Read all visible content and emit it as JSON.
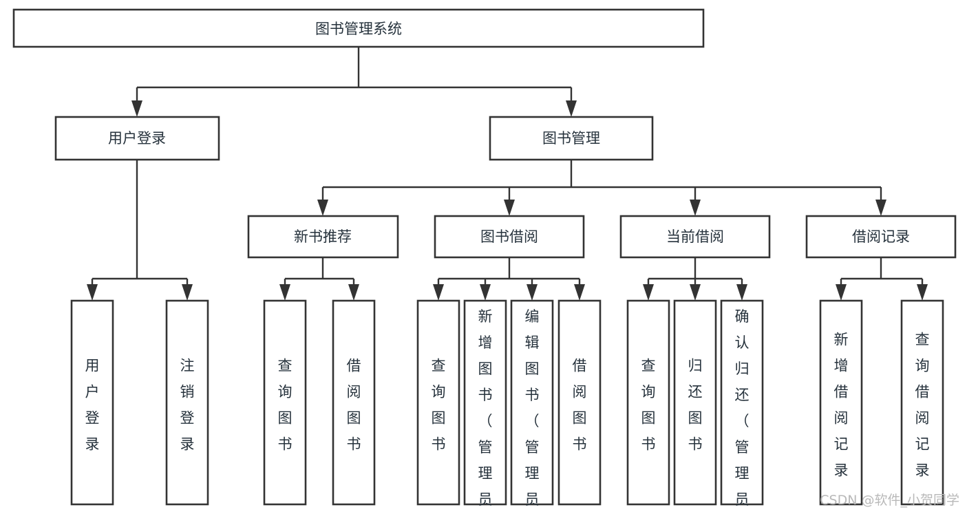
{
  "diagram": {
    "type": "tree-hierarchy",
    "title": "图书管理系统",
    "root": {
      "id": "root",
      "label": "图书管理系统"
    },
    "level2": [
      {
        "id": "user-login",
        "label": "用户登录"
      },
      {
        "id": "book-manage",
        "label": "图书管理"
      }
    ],
    "level3": [
      {
        "id": "new-book-recommend",
        "label": "新书推荐",
        "parent": "book-manage"
      },
      {
        "id": "book-borrow",
        "label": "图书借阅",
        "parent": "book-manage"
      },
      {
        "id": "current-borrow",
        "label": "当前借阅",
        "parent": "book-manage"
      },
      {
        "id": "borrow-record",
        "label": "借阅记录",
        "parent": "book-manage"
      }
    ],
    "leaves": [
      {
        "id": "leaf-user-login",
        "label": "用户登录",
        "parent": "user-login"
      },
      {
        "id": "leaf-user-logout",
        "label": "注销登录",
        "parent": "user-login"
      },
      {
        "id": "leaf-query-book-1",
        "label": "查询图书",
        "parent": "new-book-recommend"
      },
      {
        "id": "leaf-borrow-book-1",
        "label": "借阅图书",
        "parent": "new-book-recommend"
      },
      {
        "id": "leaf-query-book-2",
        "label": "查询图书",
        "parent": "book-borrow"
      },
      {
        "id": "leaf-add-book",
        "label": "新增图书（管理员）",
        "parent": "book-borrow"
      },
      {
        "id": "leaf-edit-book",
        "label": "编辑图书（管理员）",
        "parent": "book-borrow"
      },
      {
        "id": "leaf-borrow-book-2",
        "label": "借阅图书",
        "parent": "book-borrow"
      },
      {
        "id": "leaf-query-book-3",
        "label": "查询图书",
        "parent": "current-borrow"
      },
      {
        "id": "leaf-return-book",
        "label": "归还图书",
        "parent": "current-borrow"
      },
      {
        "id": "leaf-confirm-return",
        "label": "确认归还（管理员）",
        "parent": "current-borrow"
      },
      {
        "id": "leaf-add-record",
        "label": "新增借阅记录",
        "parent": "borrow-record"
      },
      {
        "id": "leaf-query-record",
        "label": "查询借阅记录",
        "parent": "borrow-record"
      }
    ]
  },
  "watermark": {
    "text": "CSDN @软件_小贺同学"
  },
  "colors": {
    "box_stroke": "#333333",
    "box_fill": "#ffffff",
    "text": "#26323c",
    "connector": "#333333",
    "watermark": "#b9b9b9",
    "background": "#ffffff"
  }
}
